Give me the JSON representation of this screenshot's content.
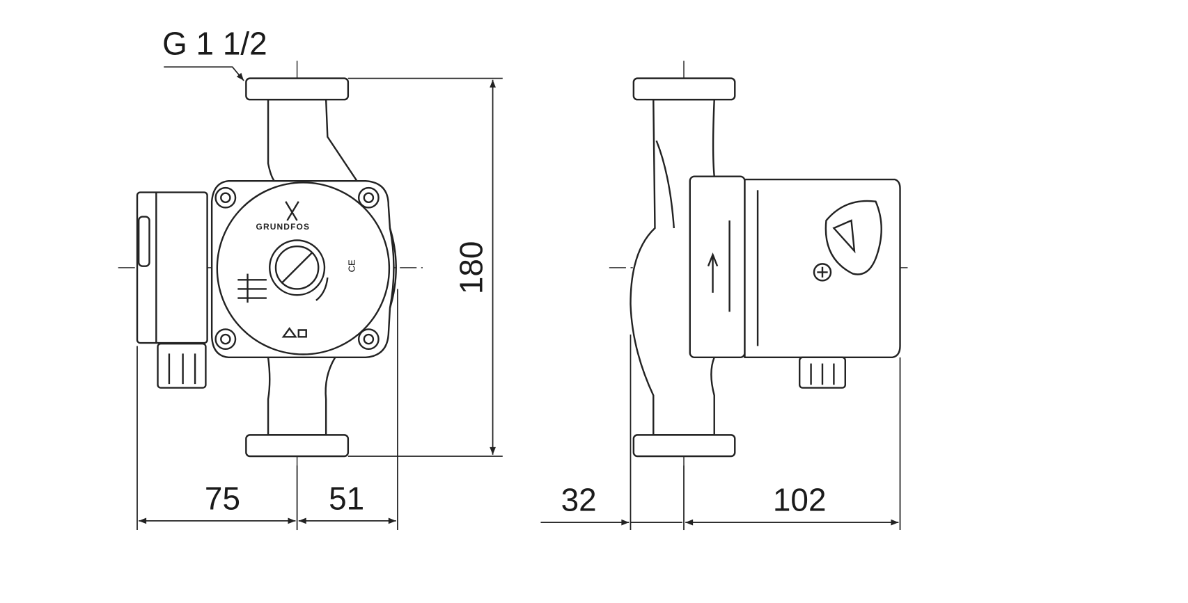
{
  "drawing": {
    "thread_label": "G 1 1/2",
    "height_dimension": "180",
    "left_dimension": "75",
    "right_dimension_front": "51",
    "side_left_dimension": "32",
    "side_right_dimension": "102",
    "logo_text": "GRUNDFOS",
    "line_color": "#222222",
    "background_color": "#ffffff"
  }
}
